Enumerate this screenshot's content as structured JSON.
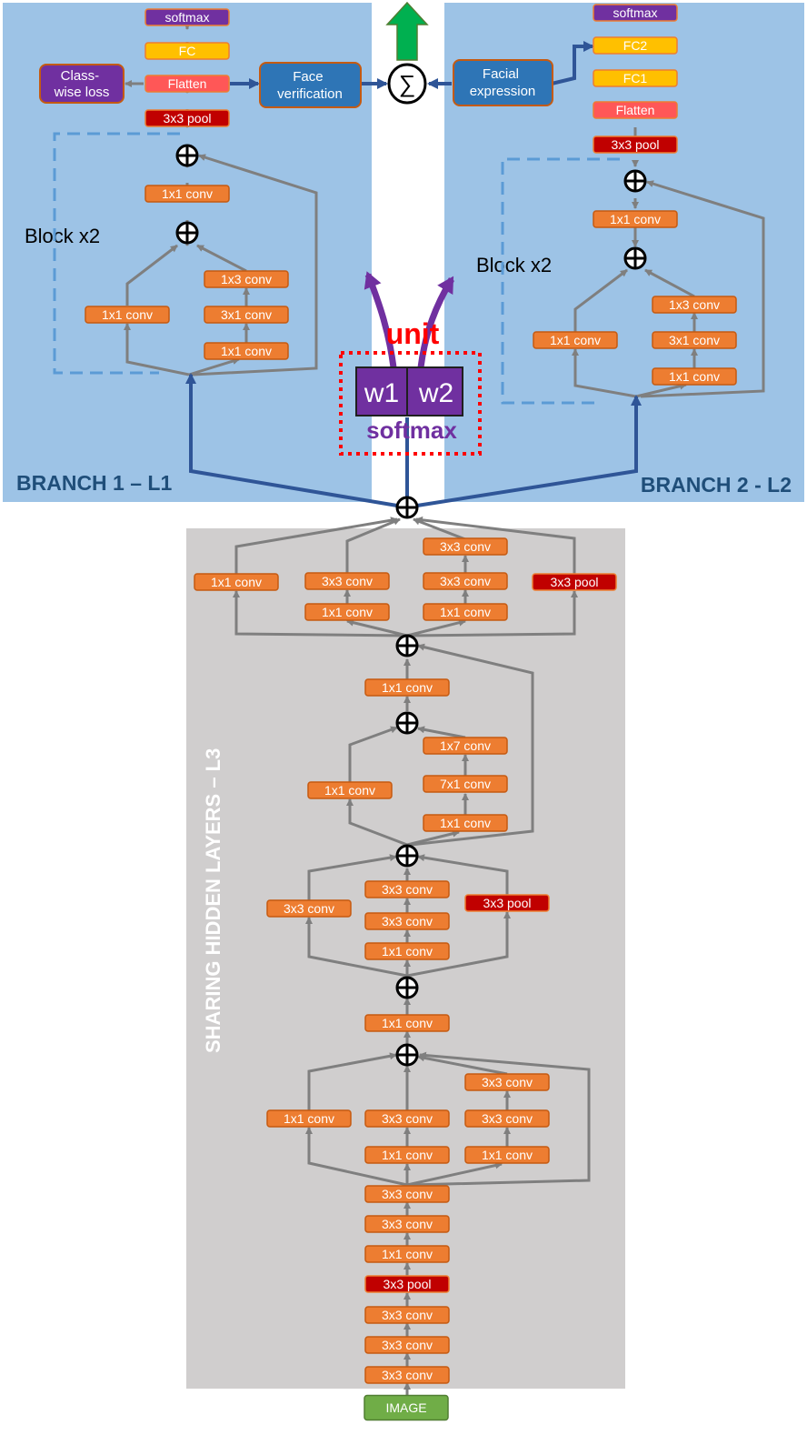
{
  "branch1": {
    "title": "BRANCH 1 – L1",
    "block_label": "Block x2",
    "softmax": "softmax",
    "fc": "FC",
    "flatten": "Flatten",
    "pool": "3x3 pool",
    "conv_top": "1x1 conv",
    "conv_left": "1x1 conv",
    "conv_r1": "1x3 conv",
    "conv_r2": "3x1 conv",
    "conv_r3": "1x1 conv",
    "class_loss": "Class-wise loss",
    "face_verification": "Face verification"
  },
  "branch2": {
    "title": "BRANCH 2 - L2",
    "block_label": "Block x2",
    "softmax": "softmax",
    "fc2": "FC2",
    "fc1": "FC1",
    "flatten": "Flatten",
    "pool": "3x3 pool",
    "conv_top": "1x1 conv",
    "conv_left": "1x1 conv",
    "conv_r1": "1x3 conv",
    "conv_r2": "3x1 conv",
    "conv_r3": "1x1 conv",
    "facial_expression": "Facial expression"
  },
  "unit": {
    "label": "unit",
    "w1": "w1",
    "w2": "w2",
    "softmax": "softmax",
    "sum_symbol": "∑"
  },
  "shared": {
    "title": "SHARING HIDDEN LAYERS – L3",
    "image": "IMAGE",
    "incA": [
      "1x1 conv",
      "3x3 conv",
      "1x1 conv",
      "3x3 conv",
      "3x3 conv",
      "1x1 conv",
      "3x3 pool"
    ],
    "incB": [
      "1x1 conv",
      "1x7 conv",
      "1x1 conv",
      "7x1 conv",
      "1x1 conv"
    ],
    "incC": [
      "3x3 conv",
      "3x3 conv",
      "3x3 conv",
      "1x1 conv",
      "3x3 pool"
    ],
    "incD_top": "1x1 conv",
    "incE": [
      "1x1 conv",
      "3x3 conv",
      "1x1 conv",
      "3x3 conv",
      "3x3 conv",
      "1x1 conv"
    ],
    "stem": [
      "3x3 conv",
      "3x3 conv",
      "1x1 conv",
      "3x3 pool",
      "3x3 conv",
      "3x3 conv",
      "3x3 conv"
    ]
  },
  "colors": {
    "panel_blue": "#9dc3e6",
    "panel_gray": "#d0cece",
    "conv_orange": "#ed7d31",
    "pool_red": "#c00000",
    "flatten_red": "#ff5757",
    "fc_yellow": "#ffc000",
    "softmax_purple": "#7030a0",
    "process_blue": "#2e75b6",
    "arrow_gray": "#7f7f7f",
    "arrow_blue": "#2f5597",
    "image_green": "#70ad47",
    "output_green": "#00b050",
    "unit_red": "#ff0000",
    "title_navy": "#1f4e79"
  },
  "icons": [
    "sum-icon",
    "plus-circle-icon",
    "up-arrow-icon"
  ]
}
